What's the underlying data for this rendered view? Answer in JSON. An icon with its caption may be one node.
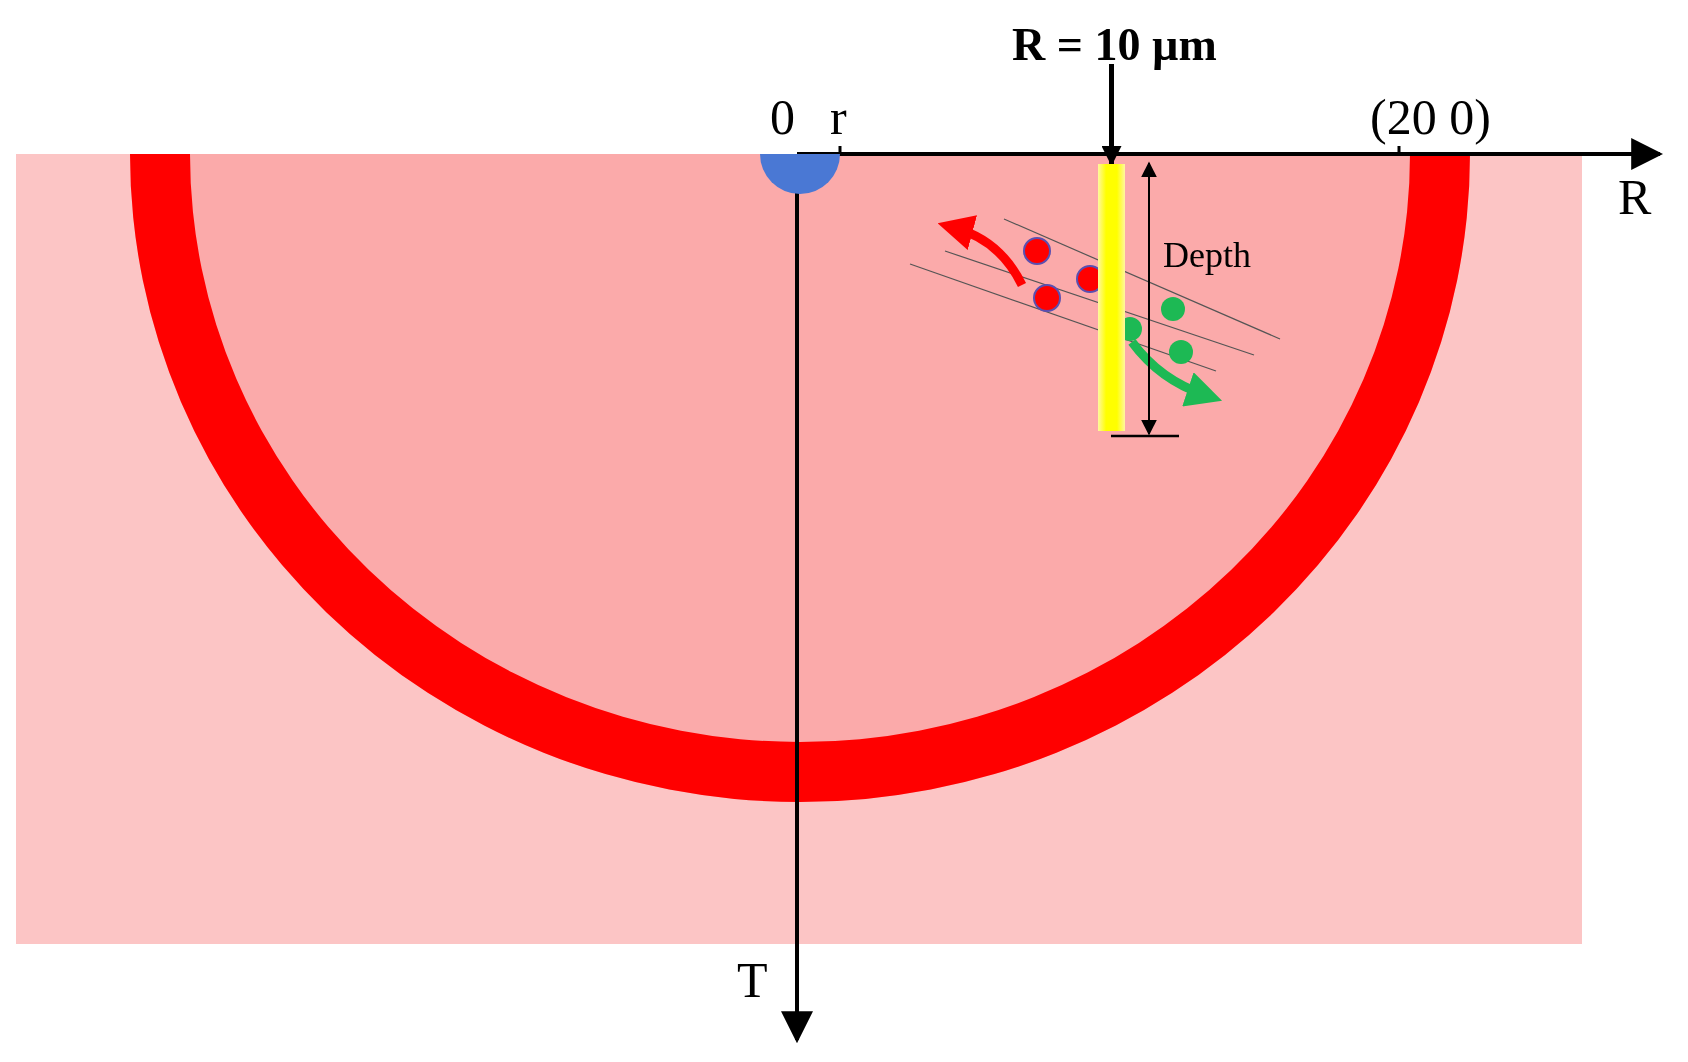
{
  "diagram": {
    "nodes": [
      {
        "text": [
          "R = 10 µm"
        ]
      },
      {
        "text": [],
        "shape": "bar"
      },
      {
        "text": [],
        "shape": "circle"
      }
    ],
    "edges": [
      {
        "from": 0,
        "to": 1,
        "arrow": "to"
      }
    ],
    "labels": [
      "0",
      "r",
      "(20 0)",
      "R",
      "Depth",
      "T"
    ]
  }
}
